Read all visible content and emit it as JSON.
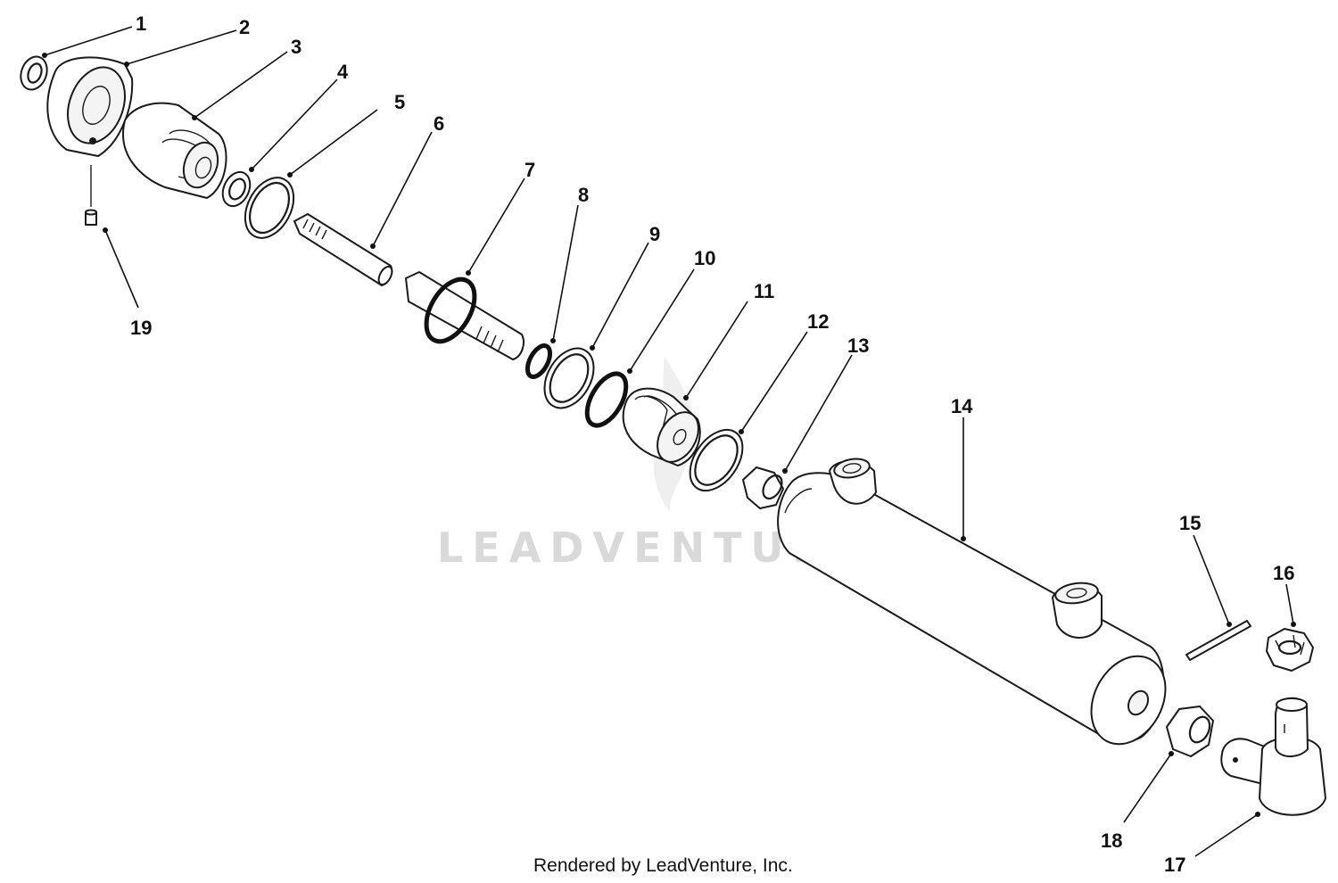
{
  "watermark": "LEADVENTURE",
  "footer": "Rendered by LeadVenture, Inc.",
  "callouts": [
    "1",
    "2",
    "3",
    "4",
    "5",
    "6",
    "7",
    "8",
    "9",
    "10",
    "11",
    "12",
    "13",
    "14",
    "15",
    "16",
    "17",
    "18",
    "19"
  ]
}
